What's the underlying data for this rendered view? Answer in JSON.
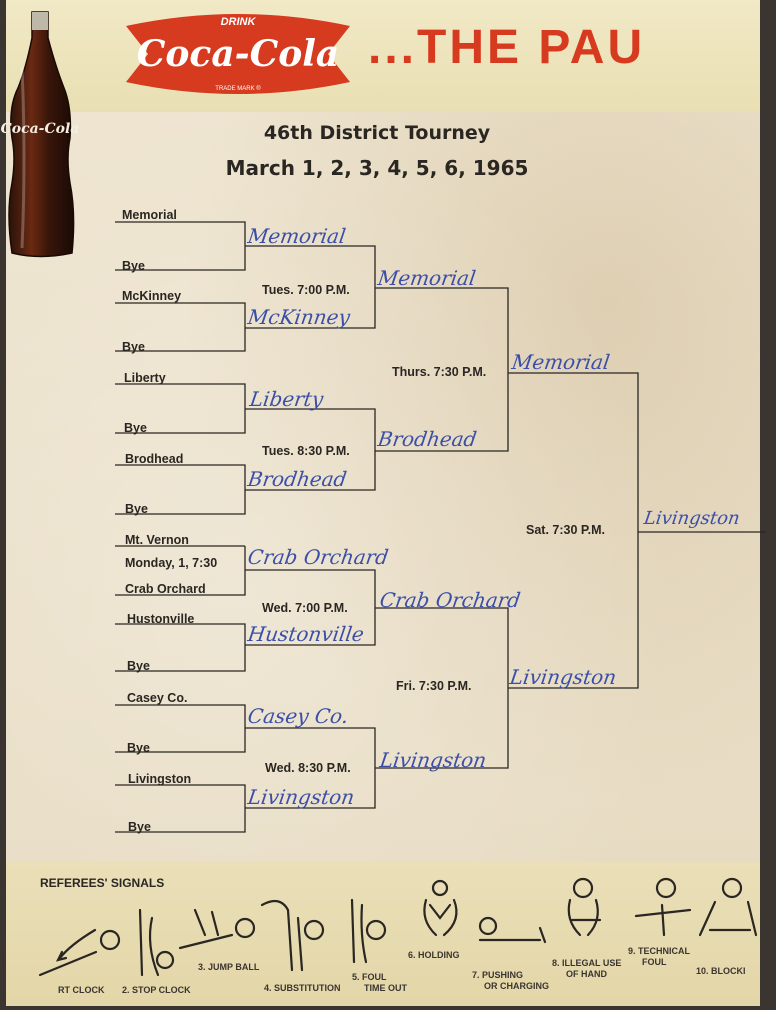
{
  "header": {
    "drink_label": "DRINK",
    "brand": "Coca-Cola",
    "trademark": "TRADE MARK ®",
    "bottle_label": "Coca-Cola",
    "pause_text": "...THE PAU"
  },
  "tourney": {
    "title": "46th District Tourney",
    "dates": "March 1, 2, 3, 4, 5, 6, 1965"
  },
  "teams": [
    "Memorial",
    "Bye",
    "McKinney",
    "Bye",
    "Liberty",
    "Bye",
    "Brodhead",
    "Bye",
    "Mt. Vernon",
    "Monday, 1, 7:30",
    "Crab Orchard",
    "Hustonville",
    "Bye",
    "Casey Co.",
    "Bye",
    "Livingston",
    "Bye"
  ],
  "game_times": {
    "tues_7": "Tues. 7:00 P.M.",
    "tues_830": "Tues. 8:30 P.M.",
    "wed_7": "Wed. 7:00 P.M.",
    "wed_830": "Wed. 8:30 P.M.",
    "thurs": "Thurs. 7:30 P.M.",
    "fri": "Fri. 7:30 P.M.",
    "sat": "Sat. 7:30 P.M."
  },
  "winners": {
    "r1_memorial": "Memorial",
    "r1_mckinney": "McKinney",
    "r1_liberty": "Liberty",
    "r1_brodhead": "Brodhead",
    "r1_crab": "Crab Orchard",
    "r1_huston": "Hustonville",
    "r1_casey": "Casey Co.",
    "r1_livingston": "Livingston",
    "r2_memorial": "Memorial",
    "r2_brodhead": "Brodhead",
    "r2_crab": "Crab Orchard",
    "r2_livingston": "Livingston",
    "r3_memorial": "Memorial",
    "r3_livingston": "Livingston",
    "champion": "Livingston"
  },
  "referee": {
    "title": "REFEREES' SIGNALS",
    "signals": [
      "RT CLOCK",
      "2. STOP CLOCK",
      "3. JUMP BALL",
      "4. SUBSTITUTION",
      "5. FOUL",
      "TIME OUT",
      "6. HOLDING",
      "7. PUSHING",
      "OR CHARGING",
      "8. ILLEGAL USE",
      "OF HAND",
      "9. TECHNICAL",
      "FOUL",
      "10. BLOCKI"
    ]
  },
  "colors": {
    "coke_red": "#d63a1f",
    "ink_blue": "#3b4fa8",
    "paper": "#ebe1cb",
    "print_black": "#2a2622"
  }
}
